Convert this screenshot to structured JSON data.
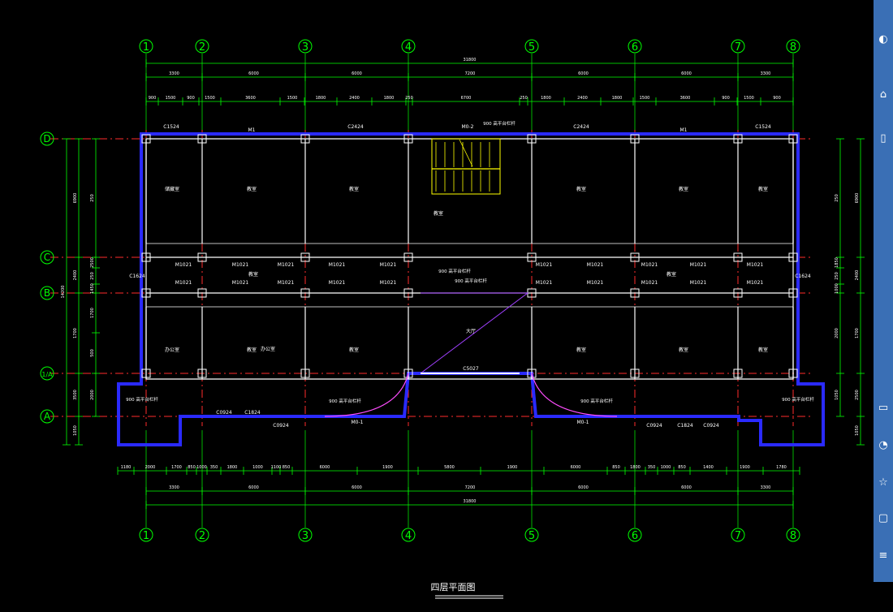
{
  "colors": {
    "grid_line": "#00ff00",
    "axis_line": "#ff2b2b",
    "wall": "#ffffff",
    "thick_wall": "#2a2aff",
    "stair": "#ffff00",
    "opening": "#ff4dff",
    "label": "#ffffff",
    "panel": "#3a6fb5"
  },
  "axes": {
    "columns": [
      "1",
      "2",
      "3",
      "4",
      "5",
      "6",
      "7",
      "8"
    ],
    "rows": [
      "D",
      "C",
      "B",
      "1/A",
      "A"
    ]
  },
  "dimensions": {
    "top_total": "31800",
    "top_spans": [
      "3300",
      "6000",
      "6000",
      "7200",
      "6000",
      "6000",
      "3300"
    ],
    "top_detail": [
      "900",
      "1500",
      "900",
      "1500",
      "3600",
      "1500",
      "1800",
      "2400",
      "1800",
      "250",
      "6700",
      "250",
      "1800",
      "2400",
      "1800",
      "1500",
      "3600",
      "900",
      "1500",
      "900"
    ],
    "bottom_detail": [
      "1180",
      "2000",
      "1700",
      "850",
      "1000",
      "350",
      "1800",
      "1000",
      "1100",
      "850",
      "6000",
      "1900",
      "5800",
      "1900",
      "6000",
      "850",
      "1800",
      "350",
      "1000",
      "850",
      "1400",
      "1900",
      "1780"
    ],
    "bottom_spans": [
      "3300",
      "6000",
      "6000",
      "7200",
      "6000",
      "6000",
      "3300"
    ],
    "bottom_total": "31800",
    "left_outer": [
      "6900",
      "2400",
      "1700",
      "3500",
      "1050"
    ],
    "left_total": "14200",
    "left_inner": [
      "250",
      "2500",
      "250",
      "1450",
      "1700",
      "500",
      "2000"
    ],
    "right_outer": [
      "6900",
      "2400",
      "1700",
      "2500",
      "1050"
    ],
    "right_inner": [
      "250",
      "1850",
      "250",
      "1000",
      "2000",
      "1050"
    ]
  },
  "door_window_labels": [
    "C1524",
    "C2424",
    "M0-2",
    "C2424",
    "C1524",
    "M1",
    "M1",
    "M1021",
    "M1021",
    "M1021",
    "M1021",
    "M1021",
    "M1021",
    "M1021",
    "M1021",
    "M1021",
    "M1021",
    "M1021",
    "M1021",
    "M1021",
    "M1021",
    "M1021",
    "M1021",
    "M1021",
    "M1021",
    "M1021",
    "M1021",
    "C5027",
    "C0924",
    "C1824",
    "C0924",
    "M0-1",
    "M0-1",
    "C0924",
    "C1824",
    "C0924",
    "C1624",
    "C1624"
  ],
  "room_labels": [
    "储藏室",
    "教室",
    "教室",
    "教室",
    "教室",
    "教室",
    "教室",
    "办公室",
    "教室",
    "教室",
    "教室",
    "教室",
    "教室",
    "教室",
    "教室",
    "办公室",
    "大厅"
  ],
  "notes": [
    "900 高平台栏杆",
    "900 高平台栏杆",
    "900 高平台栏杆",
    "900 高平台栏杆",
    "900 高平台栏杆",
    "900 高平台栏杆",
    "900 高平台栏杆"
  ],
  "drawing_title": "四层平面图",
  "side_panel_icons": [
    "chat-icon",
    "share-icon",
    "document-icon",
    "bookmark-icon",
    "clock-icon",
    "star-icon",
    "page-icon",
    "menu-icon"
  ]
}
